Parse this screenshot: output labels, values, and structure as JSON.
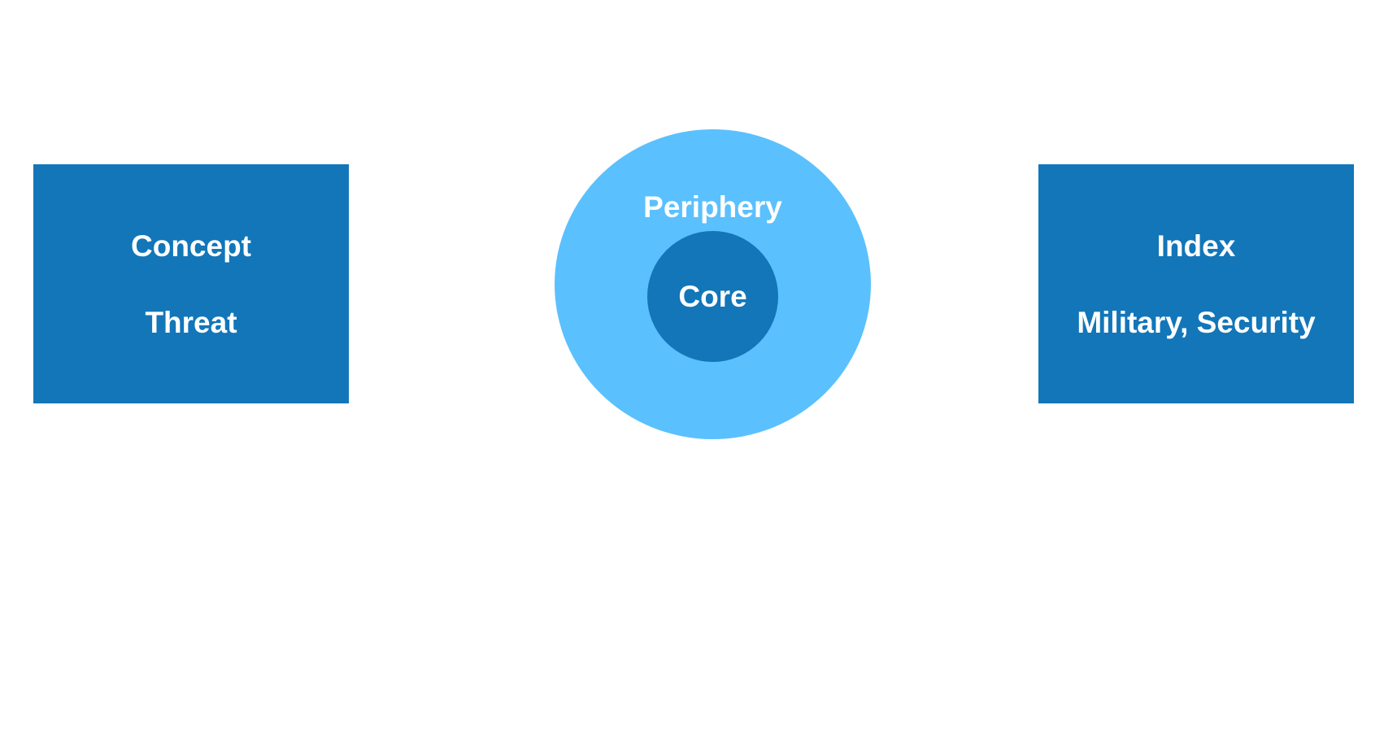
{
  "colors": {
    "dark_blue": "#1276b9",
    "light_blue": "#5bc0fe"
  },
  "left_box": {
    "title": "Concept",
    "value": "Threat"
  },
  "center": {
    "outer_label": "Periphery",
    "inner_label": "Core"
  },
  "right_box": {
    "title": "Index",
    "value": "Military, Security"
  }
}
